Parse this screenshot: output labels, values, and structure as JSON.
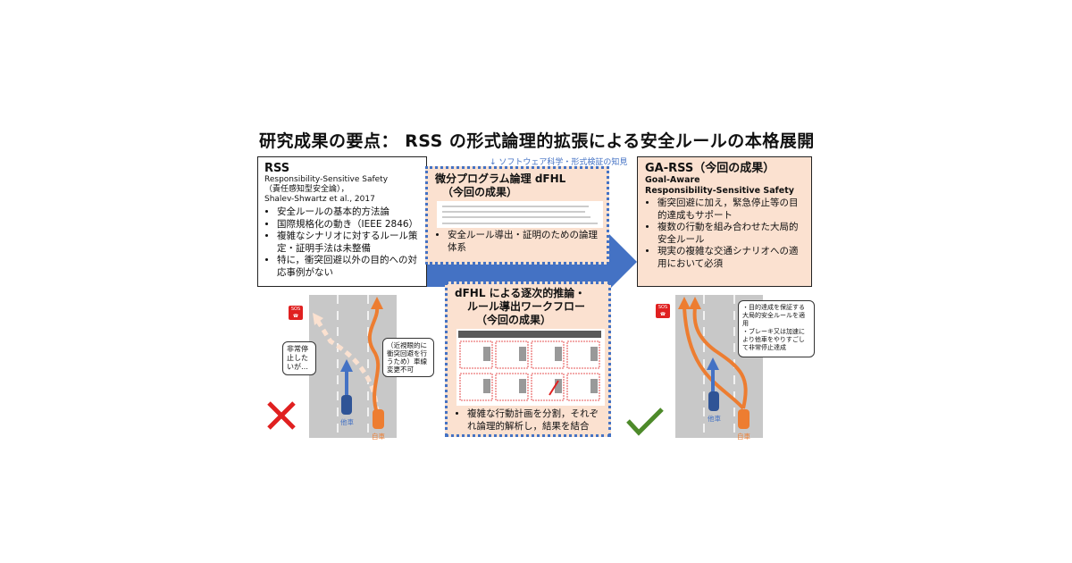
{
  "title": "研究成果の要点： RSS の形式論理的拡張による安全ルールの本格展開",
  "note": "↓ ソフトウェア科学・形式検証の知見",
  "rss": {
    "heading": "RSS",
    "subtitle1": "Responsibility-Sensitive Safety",
    "subtitle2": "（責任感知型安全論），",
    "subtitle3": "Shalev-Shwartz et al., 2017",
    "items": [
      "安全ルールの基本的方法論",
      "国際規格化の動き（IEEE 2846）",
      "複雑なシナリオに対するルール策定・証明手法は未整備",
      "特に，衝突回避以外の目的への対応事例がない"
    ]
  },
  "dfhl1": {
    "heading": "微分プログラム論理 dFHL",
    "heading2": "（今回の成果）",
    "items": [
      "安全ルール導出・証明のための論理体系"
    ]
  },
  "dfhl2": {
    "heading": "dFHL による逐次的推論・",
    "heading2": "ルール導出ワークフロー",
    "heading3": "（今回の成果）",
    "items": [
      "複雑な行動計画を分割，それぞれ論理的解析し，結果を結合"
    ]
  },
  "ga": {
    "heading": "GA-RSS（今回の成果）",
    "subtitle1": "Goal-Aware",
    "subtitle2": "Responsibility-Sensitive Safety",
    "items": [
      "衝突回避に加え，緊急停止等の目的達成もサポート",
      "複数の行動を組み合わせた大局的安全ルール",
      "現実の複雑な交通シナリオへの適用において必須"
    ]
  },
  "left_scene": {
    "sos": "SOS",
    "callout_stop": "非常停止したいが…",
    "callout_lane": "（近視眼的に衝突回避を行うため）車線変更不可",
    "other_car": "他車",
    "own_car": "自車"
  },
  "right_scene": {
    "sos": "SOS",
    "callout": [
      "目的達成を保証する大局的安全ルールを適用",
      "ブレーキ又は加速により他車をやりすごして非常停止達成"
    ],
    "other_car": "他車",
    "own_car": "自車"
  },
  "colors": {
    "orange": "#ed7d31",
    "blue": "#4472c4",
    "red": "#e02020",
    "green": "#4d8a2a",
    "road": "#c8c8c8",
    "box_fill": "#fbe1d0"
  }
}
